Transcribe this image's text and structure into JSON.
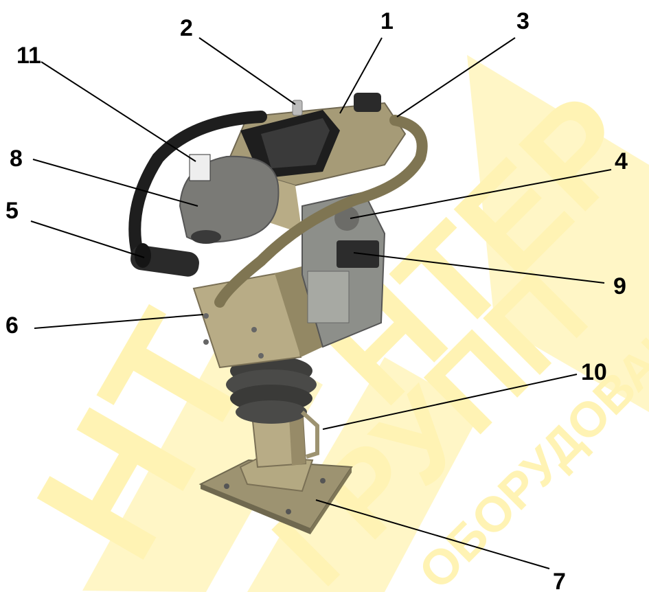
{
  "watermark": {
    "line1": "НТ",
    "line2": "ГРУПП",
    "line3": "ОБОРУДОВАНИЕ",
    "line4": "НТЕР",
    "color": "#fff3b0"
  },
  "callouts": [
    {
      "id": "1",
      "label": "1"
    },
    {
      "id": "2",
      "label": "2"
    },
    {
      "id": "3",
      "label": "3"
    },
    {
      "id": "4",
      "label": "4"
    },
    {
      "id": "5",
      "label": "5"
    },
    {
      "id": "6",
      "label": "6"
    },
    {
      "id": "7",
      "label": "7"
    },
    {
      "id": "8",
      "label": "8"
    },
    {
      "id": "9",
      "label": "9"
    },
    {
      "id": "10",
      "label": "10"
    },
    {
      "id": "11",
      "label": "11"
    }
  ],
  "colors": {
    "body": "#b8ac86",
    "body_shadow": "#8e8262",
    "handle": "#1e1e1e",
    "filter_cover": "#7a7a76",
    "bellows": "#3e3e3c",
    "plate": "#a49a74",
    "leader": "#000000"
  }
}
